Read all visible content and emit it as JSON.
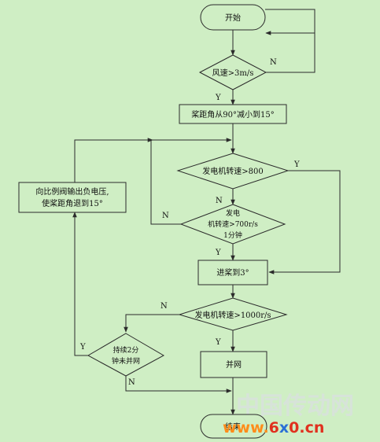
{
  "nodes": {
    "start": "开始",
    "wind_check": "风速>3m/s",
    "pitch_reduce": "桨距角从90°减小到15°",
    "gen_speed_800": "发电机转速>800",
    "gen_speed_700_line1": "发电",
    "gen_speed_700_line2": "机转速>700r/s",
    "gen_speed_700_line3": "1分钟",
    "pitch_3": "进桨到3°",
    "gen_speed_1000": "发电机转速>1000r/s",
    "grid_connect": "并网",
    "retreat_line1": "向比例阀输出负电压,",
    "retreat_line2": "使桨距角退到15°",
    "persist_line1": "持续2分",
    "persist_line2": "钟未并网",
    "end": "结束"
  },
  "edge_labels": {
    "wind_no": "N",
    "wind_yes": "Y",
    "s800_yes": "Y",
    "s800_no": "N",
    "s700_no": "N",
    "s700_yes": "Y",
    "s1000_no": "N",
    "s1000_yes": "Y",
    "persist_yes": "Y",
    "persist_no": "N"
  },
  "watermark": {
    "cn": "中国传动网",
    "url_www": "www.",
    "url_6": "6",
    "url_x": "x",
    "url_0": "0",
    "url_cn": ".cn"
  }
}
